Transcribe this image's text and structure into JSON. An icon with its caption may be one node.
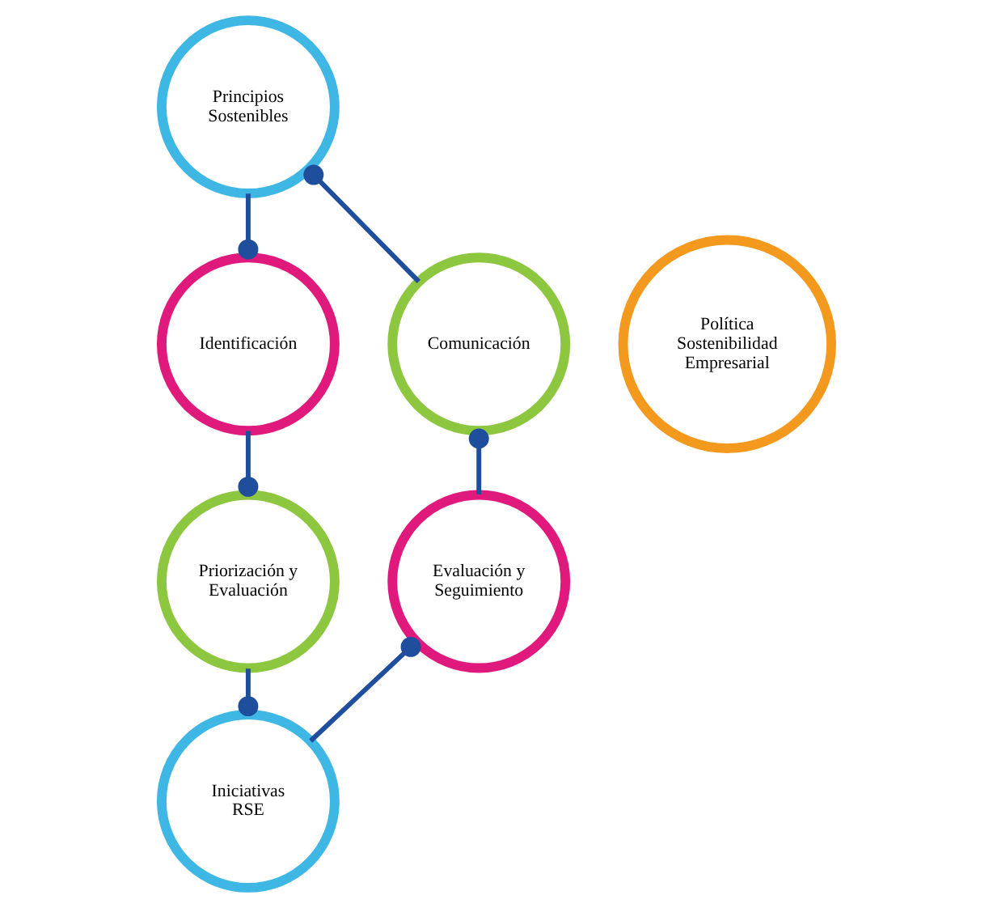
{
  "diagram": {
    "nodes": [
      {
        "text": [
          "Política Sostenibilidad Empresarial"
        ]
      },
      {
        "text": [
          "Principios Sostenibles"
        ]
      },
      {
        "text": [
          "Identificación"
        ]
      },
      {
        "text": [
          "Priorización y Evaluación"
        ]
      },
      {
        "text": [
          "Iniciativas RSE"
        ]
      },
      {
        "text": [
          "Evaluación y Seguimiento"
        ]
      },
      {
        "text": [
          "Comunicación"
        ]
      }
    ],
    "edges": [
      {
        "from": 1,
        "to": 2,
        "arrow": "other"
      },
      {
        "from": 2,
        "to": 3,
        "arrow": "other"
      },
      {
        "from": 3,
        "to": 4,
        "arrow": "other"
      },
      {
        "from": 4,
        "to": 5,
        "arrow": "other"
      },
      {
        "from": 5,
        "to": 6,
        "arrow": "other"
      },
      {
        "from": 6,
        "to": 1,
        "arrow": "other"
      }
    ]
  }
}
